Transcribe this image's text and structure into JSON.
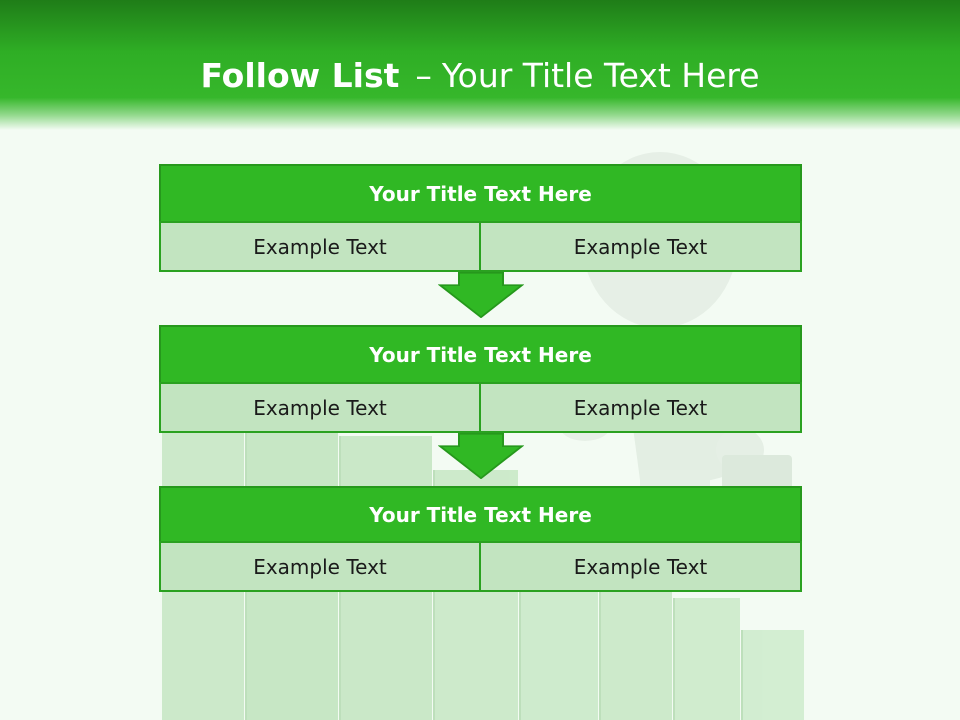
{
  "header": {
    "title_bold": "Follow List",
    "title_separator": "–",
    "title_rest": "Your Title Text Here"
  },
  "blocks": [
    {
      "title": "Your Title Text Here",
      "left": "Example Text",
      "right": "Example Text"
    },
    {
      "title": "Your Title Text Here",
      "left": "Example Text",
      "right": "Example Text"
    },
    {
      "title": "Your Title Text Here",
      "left": "Example Text",
      "right": "Example Text"
    }
  ],
  "colors": {
    "header_green": "#2fae25",
    "title_fill": "#30b824",
    "cell_fill": "#c2e4c0",
    "arrow_fill": "#30b824",
    "border": "#26981c"
  },
  "icons": {
    "arrow": "down-arrow-icon",
    "figure": "figure-with-briefcase-illustration",
    "bars": "bar-stairs-illustration"
  }
}
